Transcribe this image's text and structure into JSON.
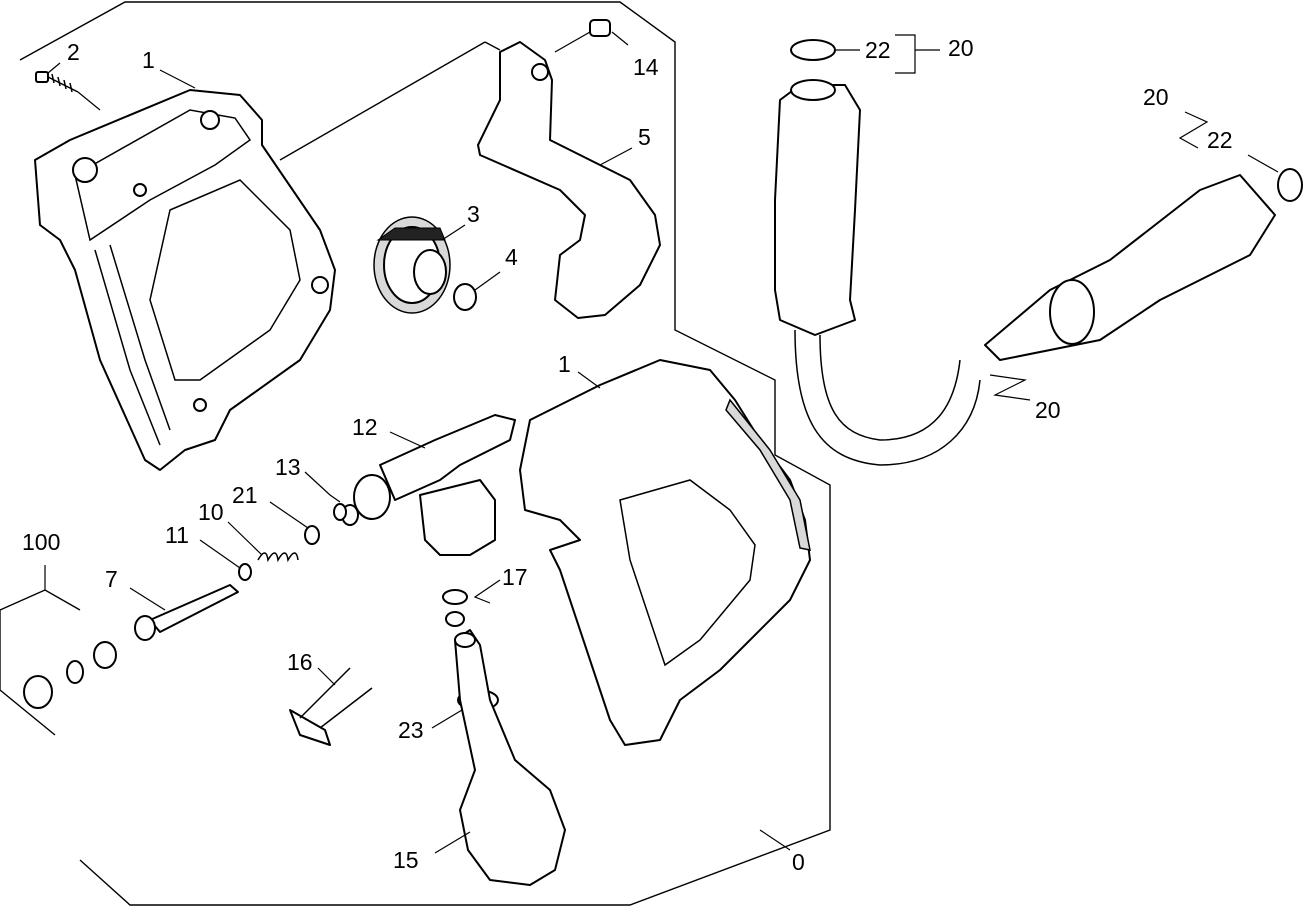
{
  "diagram": {
    "callouts": [
      "2",
      "1",
      "14",
      "5",
      "3",
      "4",
      "22",
      "20",
      "20",
      "22",
      "20",
      "1",
      "12",
      "13",
      "21",
      "10",
      "11",
      "100",
      "7",
      "17",
      "16",
      "23",
      "15",
      "0"
    ]
  }
}
